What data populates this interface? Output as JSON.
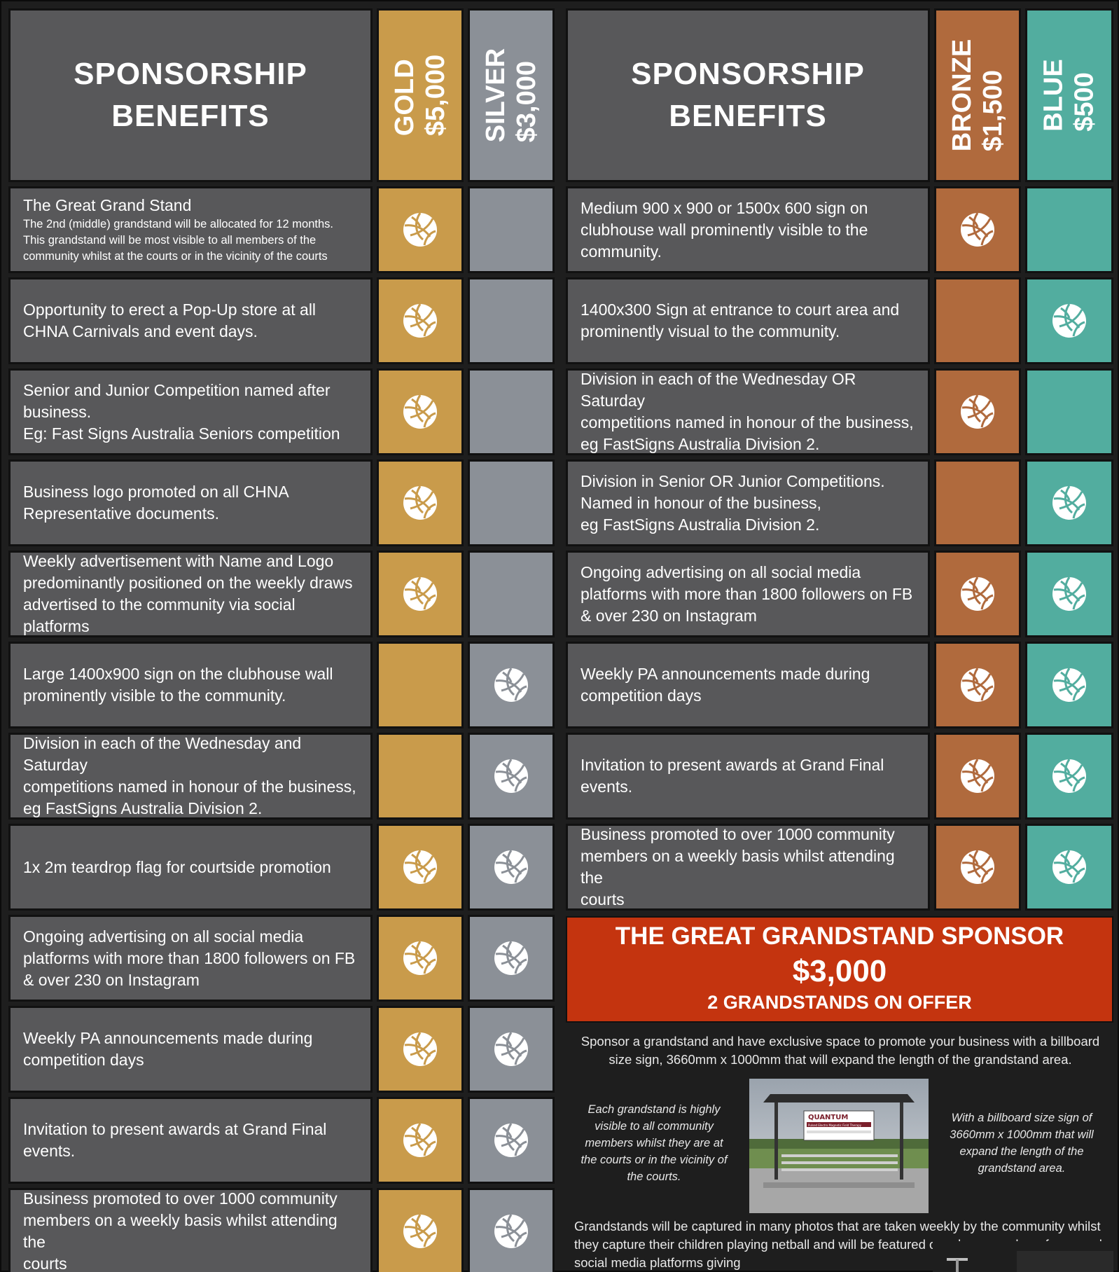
{
  "left": {
    "title": "SPONSORSHIP\nBENEFITS",
    "tier1": {
      "name": "GOLD",
      "price": "$5,000",
      "color": "#c99b4b"
    },
    "tier2": {
      "name": "SILVER",
      "price": "$3,000",
      "color": "#8b9097"
    },
    "rows": [
      {
        "title": "The Great Grand Stand",
        "text": "The 2nd (middle) grandstand will be allocated for 12 months.\nThis grandstand will be most visible to all members of the\ncommunity whilst at the courts or in the vicinity of the courts",
        "gold": true,
        "silver": false
      },
      {
        "text": "Opportunity to erect a Pop-Up store at all\nCHNA Carnivals and event days.",
        "gold": true,
        "silver": false
      },
      {
        "text": "Senior and Junior Competition named after\nbusiness.\nEg: Fast Signs Australia Seniors competition",
        "gold": true,
        "silver": false
      },
      {
        "text": "Business logo promoted on all CHNA\nRepresentative documents.",
        "gold": true,
        "silver": false
      },
      {
        "text": "Weekly advertisement with Name and Logo\npredominantly positioned on the weekly draws\nadvertised to the community via social platforms",
        "gold": true,
        "silver": false
      },
      {
        "text": "Large 1400x900 sign on the clubhouse wall\nprominently visible to the community.",
        "gold": false,
        "silver": true
      },
      {
        "text": "Division in each of the Wednesday and Saturday\ncompetitions named in honour of the business,\neg FastSigns Australia Division 2.",
        "gold": false,
        "silver": true
      },
      {
        "text": "1x 2m teardrop flag for courtside promotion",
        "gold": true,
        "silver": true
      },
      {
        "text": "Ongoing advertising on all social media\nplatforms with more than 1800 followers on FB\n&  over 230 on Instagram",
        "gold": true,
        "silver": true
      },
      {
        "text": "Weekly PA announcements made during\ncompetition days",
        "gold": true,
        "silver": true
      },
      {
        "text": "Invitation to present awards at Grand Final\nevents.",
        "gold": true,
        "silver": true
      },
      {
        "text": "Business promoted to over 1000 community\nmembers on a weekly basis whilst attending the\ncourts",
        "gold": true,
        "silver": true
      }
    ]
  },
  "right": {
    "title": "SPONSORSHIP\nBENEFITS",
    "tier1": {
      "name": "BRONZE",
      "price": "$1,500",
      "color": "#b06a3d"
    },
    "tier2": {
      "name": "BLUE",
      "price": "$500",
      "color": "#52ad9f"
    },
    "rows": [
      {
        "text": "Medium 900 x 900 or 1500x 600 sign on\nclubhouse wall prominently visible to the\ncommunity.",
        "bronze": true,
        "blue": false
      },
      {
        "text": "1400x300  Sign at entrance to court area and\nprominently visual to the community.",
        "bronze": false,
        "blue": true
      },
      {
        "text": "Division in each of the Wednesday OR Saturday\ncompetitions named in honour of the business,\neg FastSigns Australia Division 2.",
        "bronze": true,
        "blue": false
      },
      {
        "text": "Division in Senior OR Junior Competitions.\nNamed in honour of the business,\neg FastSigns Australia Division 2.",
        "bronze": false,
        "blue": true
      },
      {
        "text": "Ongoing advertising on all social media\nplatforms with more than 1800 followers on FB\n&  over 230 on Instagram",
        "bronze": true,
        "blue": true
      },
      {
        "text": "Weekly PA announcements made during\ncompetition days",
        "bronze": true,
        "blue": true
      },
      {
        "text": "Invitation to present awards at Grand Final\nevents.",
        "bronze": true,
        "blue": true
      },
      {
        "text": "Business promoted to over 1000 community\nmembers on a weekly basis whilst attending the\ncourts",
        "bronze": true,
        "blue": true
      }
    ]
  },
  "promo": {
    "title": "THE GREAT GRANDSTAND SPONSOR",
    "price": "$3,000",
    "subtitle": "2 GRANDSTANDS ON OFFER",
    "intro": "Sponsor a grandstand and have exclusive space to promote your business with a billboard size sign, 3660mm x 1000mm that will expand the length of the grandstand area.",
    "left_note": "Each grandstand is highly visible to all community members whilst they are at the courts or in the vicinity of the courts.",
    "right_note": "With a billboard size sign of 3660mm x 1000mm that will expand the length of the grandstand area.",
    "photo_sign_brand": "QUANTUM",
    "photo_sign_line": "Pulsed Electro Magnetic Field Therapy",
    "bottom": "Grandstands will be captured in many photos that are taken weekly by the community whilst they capture their children playing netball and will be featured on a large number of personal social media platforms giving",
    "banner_color": "#c4340f"
  }
}
